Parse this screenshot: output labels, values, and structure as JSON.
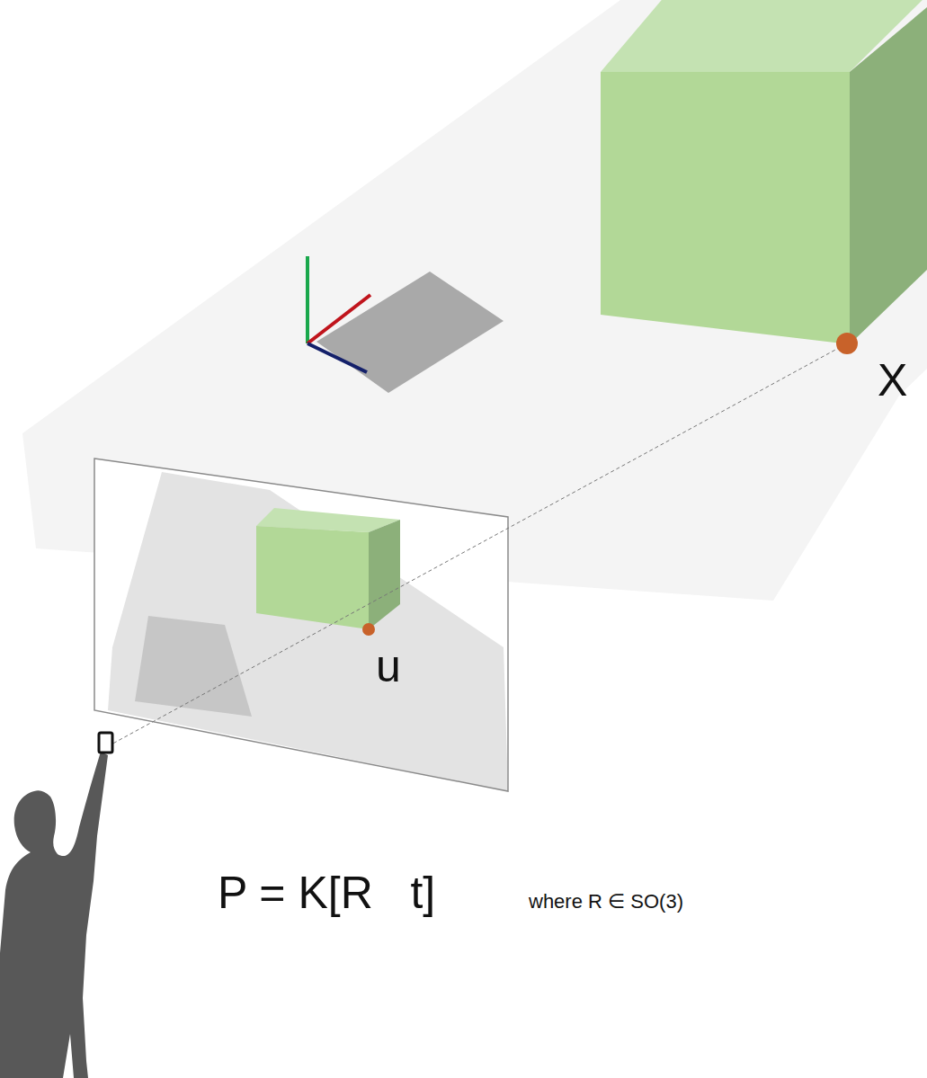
{
  "diagram": {
    "labels": [
      "X",
      "u",
      "P = K[R   t]",
      "where R ∈ SO(3)"
    ]
  }
}
